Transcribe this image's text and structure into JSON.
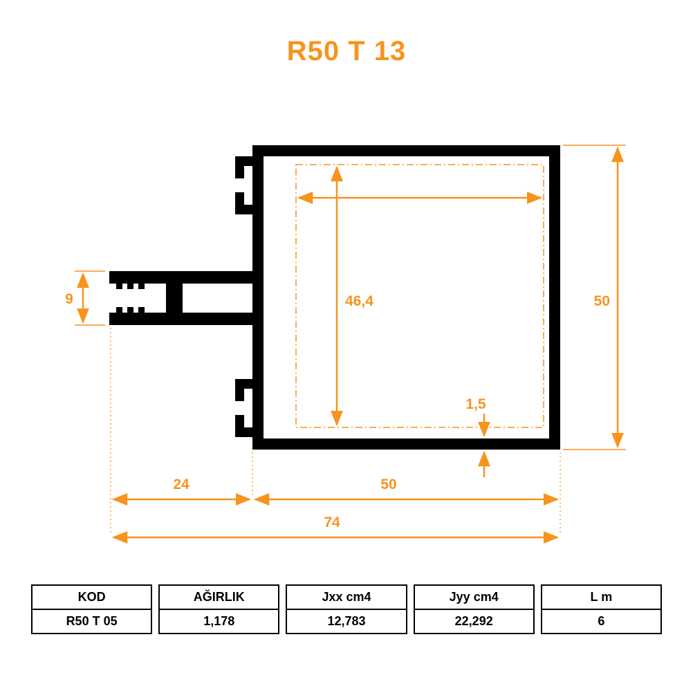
{
  "title": "R50 T 13",
  "colors": {
    "accent": "#F7941D",
    "profile": "#000000"
  },
  "dimensions": {
    "inner_height": "46,4",
    "outer_height": "50",
    "arm_height": "9",
    "wall_thickness": "1,5",
    "arm_width": "24",
    "outer_width": "50",
    "total_width": "74"
  },
  "table": {
    "columns": [
      {
        "header": "KOD",
        "value": "R50 T 05"
      },
      {
        "header": "AĞIRLIK",
        "value": "1,178"
      },
      {
        "header": "Jxx cm4",
        "value": "12,783"
      },
      {
        "header": "Jyy cm4",
        "value": "22,292"
      },
      {
        "header": "L m",
        "value": "6"
      }
    ]
  }
}
